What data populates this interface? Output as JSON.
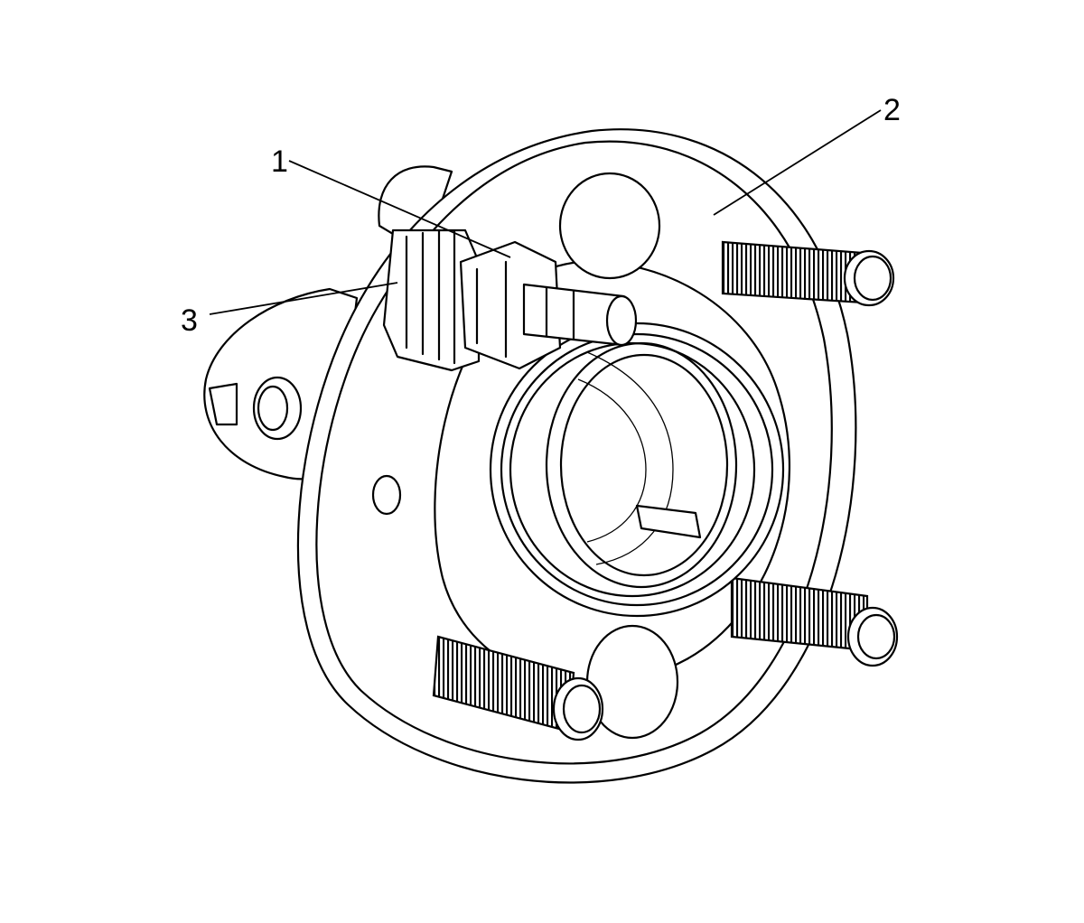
{
  "colors": {
    "line": "#000000",
    "background": "#ffffff"
  },
  "callouts": [
    {
      "id": "1",
      "label": "1"
    },
    {
      "id": "2",
      "label": "2"
    },
    {
      "id": "3",
      "label": "3"
    }
  ]
}
